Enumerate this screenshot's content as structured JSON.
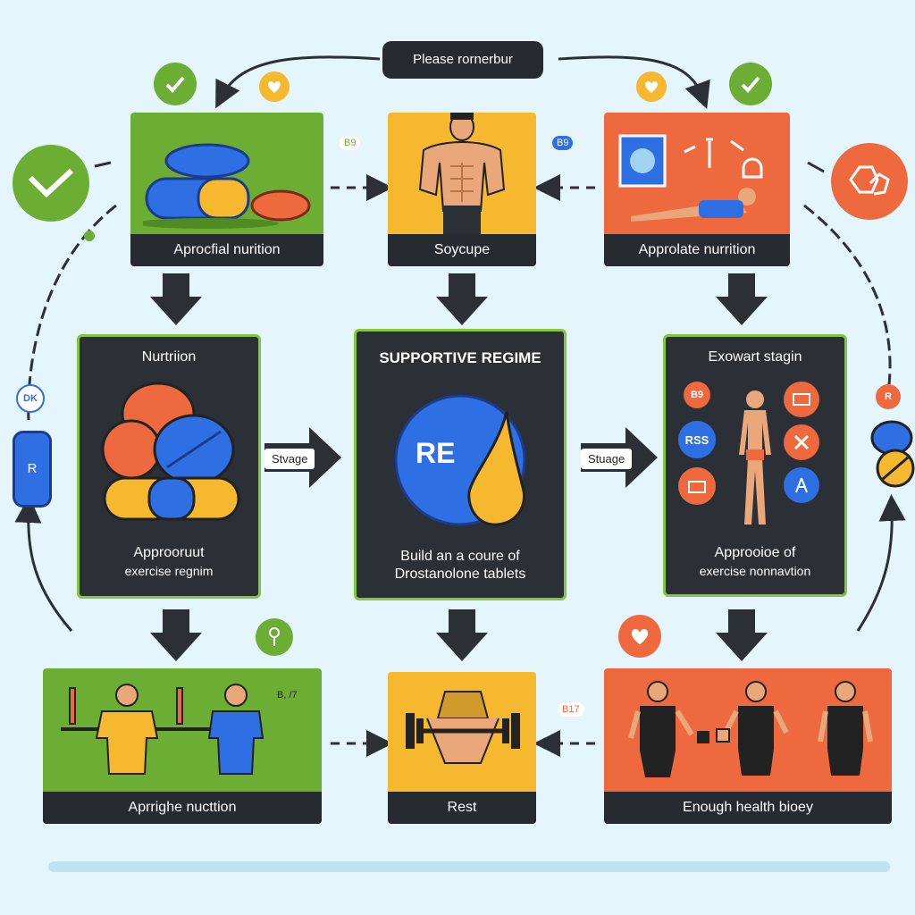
{
  "header": {
    "label": "Please rornerbur"
  },
  "top_row": [
    {
      "caption": "Aprocfial nurition"
    },
    {
      "caption": "Soycupe"
    },
    {
      "caption": "Approlate nurrition"
    }
  ],
  "middle_row": [
    {
      "title": "Nurtriion",
      "text_line1": "Approoruut",
      "text_line2": "exercise regnim"
    },
    {
      "title": "SUPPORTIVE REGIME",
      "badge": "RE",
      "text_line1": "Build an a coure of",
      "text_line2": "Drostanolone tablets"
    },
    {
      "title": "Exowart stagin",
      "center_badge": "RSS",
      "small_badge": "B9",
      "text_line1": "Approoioe of",
      "text_line2": "exercise nonnavtion"
    }
  ],
  "bottom_row": [
    {
      "caption": "Aprrighe nucttion",
      "tag": "B, /7"
    },
    {
      "caption": "Rest"
    },
    {
      "caption": "Enough health bioey"
    }
  ],
  "stage_labels": [
    "Stvage",
    "Stuage"
  ],
  "side_labels": {
    "left_small": "DK",
    "left_pill": "R",
    "right_small": "R",
    "mini_left": "B9",
    "mini_right": "B9",
    "mini_bottom": "B17"
  },
  "colors": {
    "green": "#6cae33",
    "yellow": "#f5b82e",
    "orange": "#ee6a3e",
    "dark": "#2b2f36",
    "blue": "#2f6fe4"
  }
}
